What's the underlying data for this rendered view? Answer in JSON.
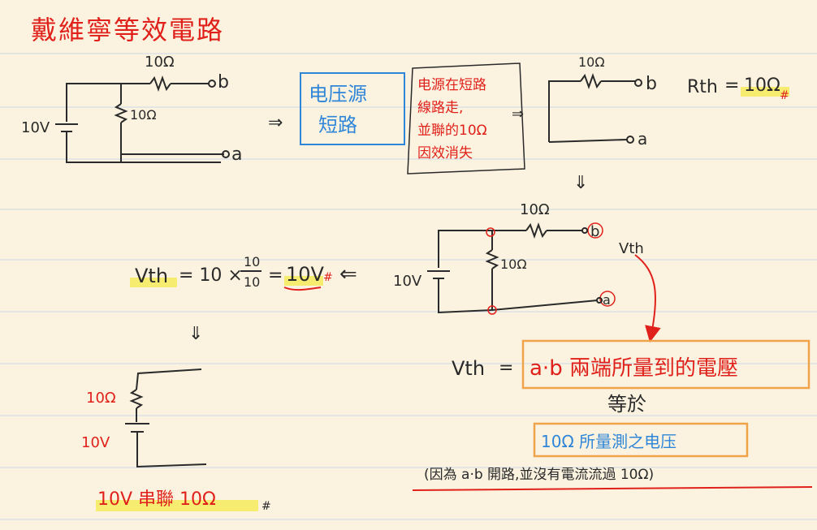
{
  "title": "戴維寧等效電路",
  "circuit1": {
    "r_top": "10Ω",
    "r_mid": "10Ω",
    "source": "10V",
    "node_b": "b",
    "node_a": "a"
  },
  "step1": {
    "arrow": "⇒",
    "box_label": "电压源\n短路",
    "note": "电源在短路\n線路走,\n並聯的10Ω\n因效消失",
    "arrow_after": "⇒"
  },
  "circuit2": {
    "r_top": "10Ω",
    "node_b": "b",
    "node_a": "a",
    "rth_label": "Rth",
    "rth_eq": "=",
    "rth_value": "10Ω",
    "rth_unit": "#"
  },
  "down_arrow_1": "⇓",
  "circuit3": {
    "r_top": "10Ω",
    "r_mid": "10Ω",
    "source": "10V",
    "node_b": "b",
    "node_a": "a",
    "vth_label": "Vth"
  },
  "vth_formula": {
    "lhs": "Vth",
    "eq": "= 10 ×",
    "num": "10",
    "den": "10",
    "eq2": "=",
    "value": "10V",
    "unit": "#",
    "arrow": "⇐"
  },
  "down_arrow_2": "⇓",
  "circuit4": {
    "r_label": "10Ω",
    "v_label": "10V"
  },
  "result_text": {
    "main": "10V 串聯 10Ω",
    "unit": "#"
  },
  "explain": {
    "vth": "Vth",
    "eq": "=",
    "box1": "a·b 兩端所量到的電壓",
    "equals": "等於",
    "box2": "10Ω 所量測之电压",
    "reason": "(因為 a·b 開路,並沒有電流流過 10Ω)"
  },
  "colors": {
    "ink": "#2a2a2a",
    "red": "#e0211b",
    "blue": "#2f86d8",
    "orange": "#f0a34a",
    "highlight": "#f4ea5c",
    "rule": "#ccd9ea"
  }
}
